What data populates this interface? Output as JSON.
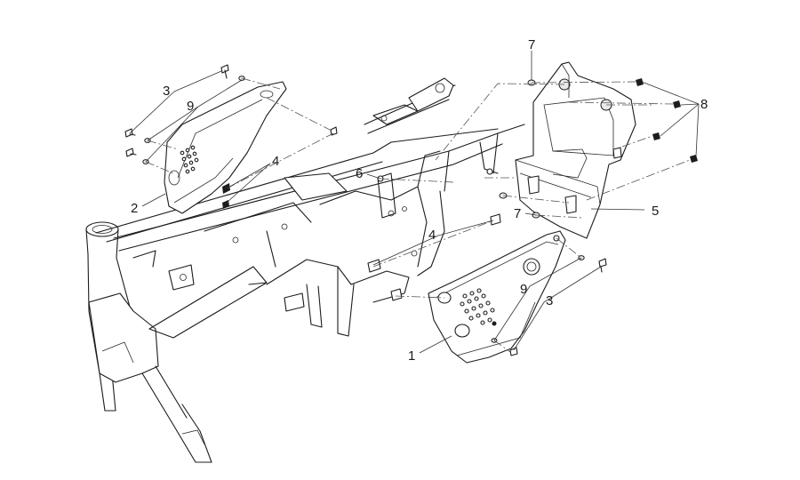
{
  "callouts": {
    "c1": "1",
    "c2": "2",
    "c3_left": "3",
    "c3_right": "3",
    "c4_left": "4",
    "c4_right": "4",
    "c5": "5",
    "c6": "6",
    "c7_top": "7",
    "c7_mid": "7",
    "c8": "8",
    "c9_left": "9",
    "c9_right": "9"
  },
  "colors": {
    "line": "#1c1c1c",
    "background": "#ffffff"
  }
}
